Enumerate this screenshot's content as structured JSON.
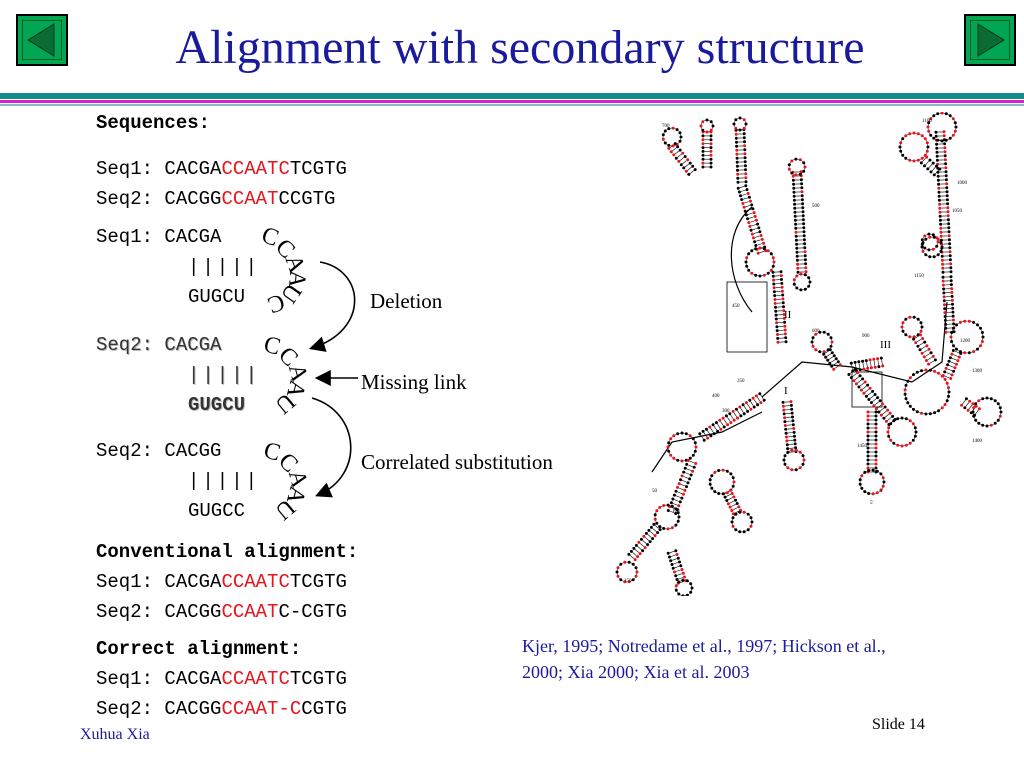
{
  "slide": {
    "title": "Alignment with secondary structure",
    "author": "Xuhua Xia",
    "slide_number": "Slide 14",
    "citation_line1": "Kjer, 1995; Notredame et al., 1997; Hickson et al.,",
    "citation_line2": "2000; Xia 2000; Xia et al. 2003"
  },
  "nav": {
    "prev_icon": "triangle-left-icon",
    "next_icon": "triangle-right-icon"
  },
  "colors": {
    "title": "#1a1a9c",
    "nav_green": "#00a651",
    "band_teal": "#138d8d",
    "band_magenta": "#e01bd0",
    "highlight_red": "#e8141e"
  },
  "sequences": {
    "heading": "Sequences:",
    "seq1": {
      "label": "Seq1: ",
      "pre": "CACGA",
      "mid": "CCAATC",
      "post": "TCGTG"
    },
    "seq2": {
      "label": "Seq2: ",
      "pre": "CACGG",
      "mid": "CCAAT",
      "post": "CCGTG"
    }
  },
  "stems": [
    {
      "label": "Seq1: ",
      "top": "CACGA",
      "bars": "|||||",
      "bottom": "GUGCU",
      "loop": [
        "C",
        "C",
        "A",
        "A",
        "U",
        "C"
      ]
    },
    {
      "label": "Seq2: ",
      "top": "CACGA",
      "bars": "|||||",
      "bottom": "GUGCU",
      "loop": [
        "C",
        "C",
        "A",
        "A",
        "U"
      ]
    },
    {
      "label": "Seq2: ",
      "top": "CACGG",
      "bars": "|||||",
      "bottom": "GUGCC",
      "loop": [
        "C",
        "C",
        "A",
        "A",
        "U"
      ]
    }
  ],
  "annotations": {
    "deletion": "Deletion",
    "missing_link": "Missing link",
    "correlated": "Correlated substitution"
  },
  "conventional": {
    "heading": "Conventional alignment:",
    "seq1": {
      "label": "Seq1: ",
      "pre": "CACGA",
      "mid": "CCAATC",
      "post": "TCGTG"
    },
    "seq2": {
      "label": "Seq2: ",
      "pre": "CACGG",
      "mid": "CCAAT",
      "post": "C-CGTG"
    }
  },
  "correct": {
    "heading": "Correct alignment:",
    "seq1": {
      "label": "Seq1: ",
      "pre": "CACGA",
      "mid": "CCAATC",
      "post": "TCGTG"
    },
    "seq2": {
      "label": "Seq2: ",
      "pre": "CACGG",
      "mid": "CCAAT-C",
      "post": "CGTG"
    }
  },
  "structure_diagram": {
    "domain_labels": [
      "II",
      "III",
      "I"
    ],
    "position_labels": [
      "700",
      "1100",
      "1050",
      "1000",
      "1200",
      "1150",
      "500",
      "600",
      "900",
      "1300",
      "1400",
      "1450",
      "450",
      "400",
      "50",
      "100",
      "150",
      "300",
      "350",
      "3'",
      "5'"
    ]
  }
}
